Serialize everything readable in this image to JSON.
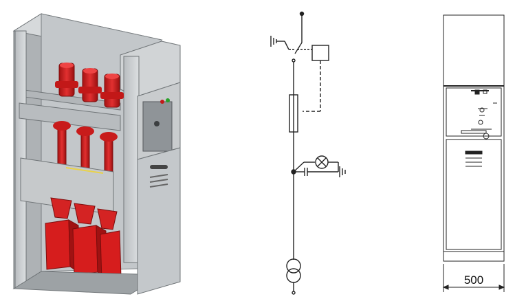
{
  "figure": {
    "panels": [
      {
        "id": "cabinet-3d-view"
      },
      {
        "id": "single-line-diagram"
      },
      {
        "id": "front-elevation"
      }
    ],
    "colors": {
      "cabinet_body": "#c9ccce",
      "cabinet_shadow": "#8e9396",
      "fuse_red": "#d41c1c",
      "fuse_dark": "#8e1010",
      "door_panel": "#b7bbbe",
      "line": "#222222"
    },
    "front_view": {
      "width_dimension": "500"
    }
  }
}
